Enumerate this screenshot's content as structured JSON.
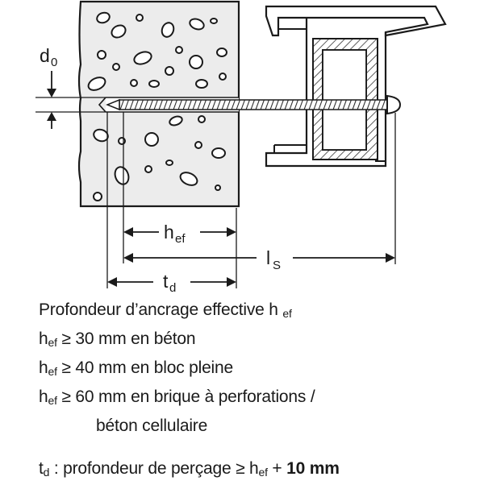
{
  "diagram": {
    "label_d0": "d",
    "label_d0_sub": "0",
    "label_hef": "h",
    "label_hef_sub": "ef",
    "label_ls": "l",
    "label_ls_sub": "S",
    "label_td": "t",
    "label_td_sub": "d"
  },
  "legend": {
    "title_text": "Profondeur d’ancrage effective h",
    "title_sub": "ef",
    "h_sym": "h",
    "h_sub": "ef",
    "line1": " ≥  30 mm en béton",
    "line2": " ≥  40 mm en bloc pleine",
    "line3": " ≥  60 mm en brique à perforations /",
    "line4": "béton cellulaire",
    "td_sym": "t",
    "td_sub": "d",
    "td_text": " : profondeur de perçage ≥ h",
    "td_text_sub": "ef",
    "td_plus": " + ",
    "td_bold": "10 mm"
  }
}
